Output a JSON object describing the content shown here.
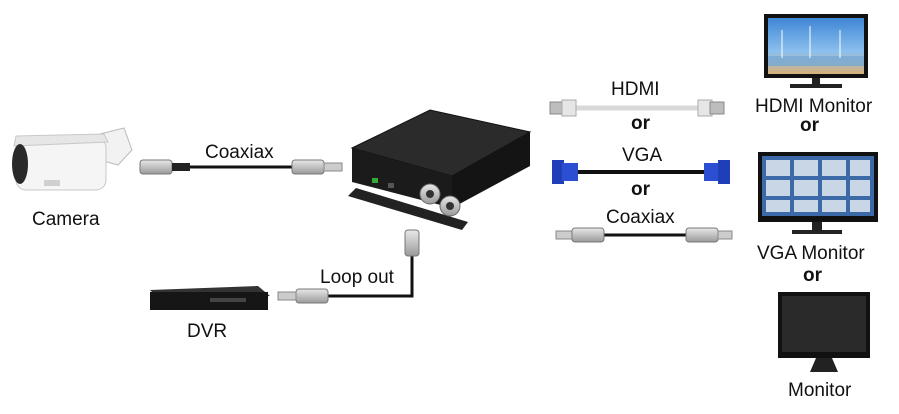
{
  "devices": {
    "camera": "Camera",
    "dvr": "DVR",
    "hdmi_monitor": "HDMI Monitor",
    "vga_monitor": "VGA Monitor",
    "monitor": "Monitor"
  },
  "cables": {
    "input_coax": "Coaxiax",
    "loop_out": "Loop out",
    "hdmi": "HDMI",
    "vga": "VGA",
    "output_coax": "Coaxiax"
  },
  "connectors": {
    "or_hdmi_vga": "or",
    "or_vga_coax": "or",
    "or_monitors_1": "or",
    "or_monitors_2": "or"
  },
  "colors": {
    "cable": "#111111",
    "hdmi_cable": "#d9d9d9",
    "vga_plug": "#1f3fb8",
    "device_body": "#1b1b1b",
    "screen_sky": "#4a8fd8"
  }
}
